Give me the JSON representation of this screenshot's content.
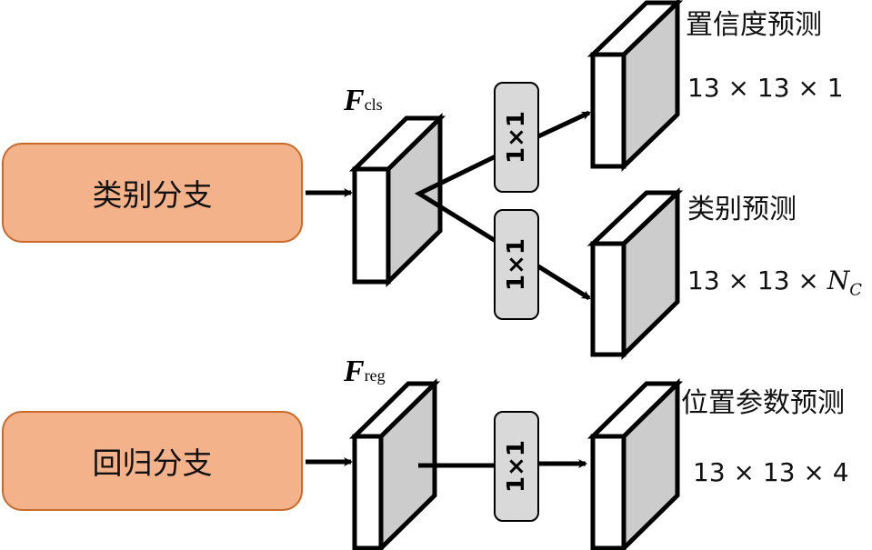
{
  "branches": {
    "cls": {
      "label": "类别分支",
      "feature_name": "F",
      "feature_sub": "cls"
    },
    "reg": {
      "label": "回归分支",
      "feature_name": "F",
      "feature_sub": "reg"
    }
  },
  "conv_label": "1×1",
  "outputs": [
    {
      "title": "置信度预测",
      "dims": "13 × 13 × 1"
    },
    {
      "title": "类别预测",
      "dims_prefix": "13 × 13 × ",
      "dims_var": "N",
      "dims_var_sub": "C"
    },
    {
      "title": "位置参数预测",
      "dims": "13 × 13 × 4"
    }
  ],
  "colors": {
    "branch_fill": "#F3B28A",
    "branch_border": "#C96A2B",
    "block_side": "#CCCCCC",
    "conv_fill": "#D9D9D9"
  }
}
